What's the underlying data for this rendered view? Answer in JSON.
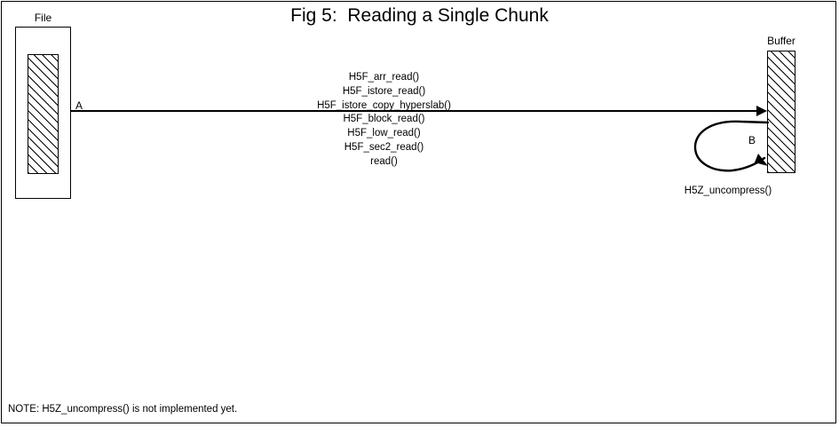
{
  "figure": {
    "title": "Fig 5:  Reading a Single Chunk",
    "note": "NOTE: H5Z_uncompress() is not implemented yet."
  },
  "nodes": {
    "file": {
      "label": "File",
      "chunk_icon": "hatched-chunk"
    },
    "buffer": {
      "label": "Buffer",
      "fill_icon": "hatched-fill"
    }
  },
  "edges": {
    "transfer": {
      "marker": "A",
      "arrow_icon": "arrow-right",
      "call_stack": [
        "H5F_arr_read()",
        "H5F_istore_read()",
        "H5F_istore_copy_hyperslab()",
        "H5F_block_read()",
        "H5F_low_read()",
        "H5F_sec2_read()",
        "read()"
      ]
    },
    "loop": {
      "marker": "B",
      "arrow_icon": "loop-arrow",
      "label": "H5Z_uncompress()"
    }
  },
  "colors": {
    "stroke": "#000000",
    "background": "#ffffff"
  }
}
